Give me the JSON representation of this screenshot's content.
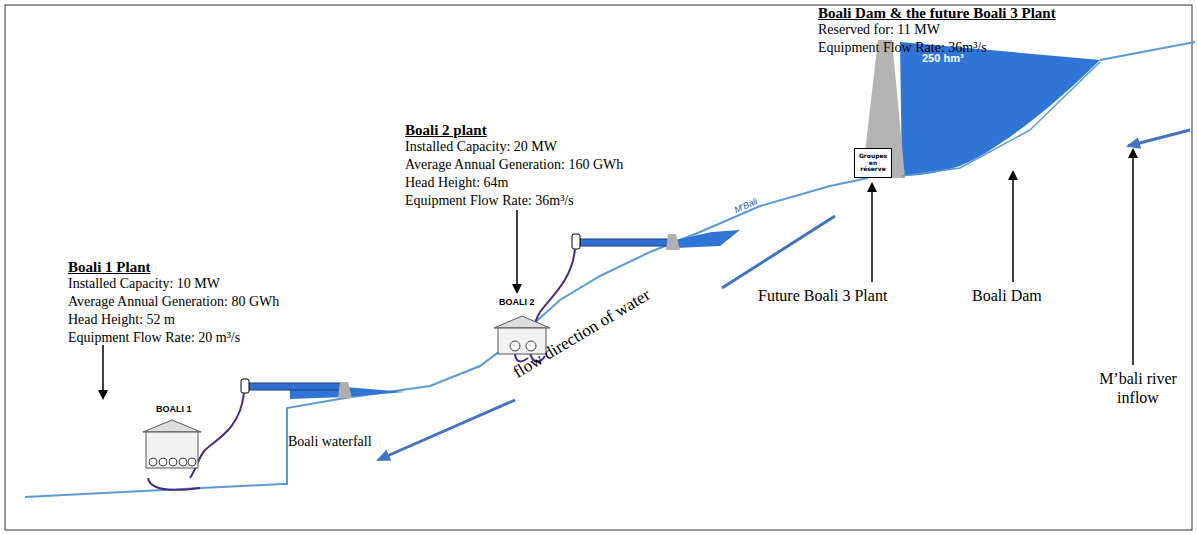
{
  "diagram": {
    "nodes": [
      {
        "text": [
          "Groupes en réserve"
        ]
      }
    ],
    "labels": [
      "Boali 1 Plant",
      "Installed Capacity: 10 MW",
      "Average Annual Generation: 80 GWh",
      "Head Height: 52 m",
      "Equipment Flow Rate: 20 m³/s",
      "BOALI 1",
      "Boali waterfall",
      "Boali 2 plant",
      "Installed Capacity: 20 MW",
      "Average Annual Generation: 160 GWh",
      "Head Height: 64m",
      "Equipment Flow Rate: 36m³/s",
      "BOALI 2",
      "flow direction of water",
      "M'Bali",
      "Boali Dam & the future Boali 3 Plant",
      "Reserved for: 11 MW",
      "Equipment Flow Rate: 36m³/s",
      "250 hm³",
      "Future Boali 3 Plant",
      "Boali Dam",
      "M’bali river inflow"
    ]
  }
}
